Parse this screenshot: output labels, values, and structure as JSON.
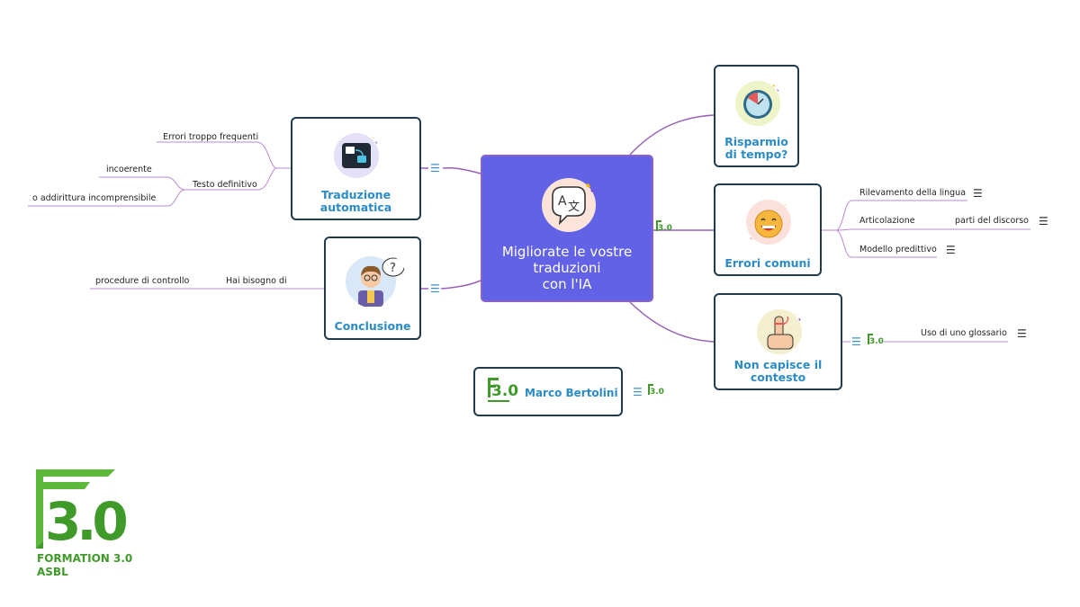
{
  "central": {
    "title": "Migliorate le vostre\ntraduzioni\ncon l'IA",
    "icon": "translate-icon"
  },
  "nodes": {
    "traduzione": {
      "title": "Traduzione\nautomatica",
      "icon": "translation-device-icon"
    },
    "conclusione": {
      "title": "Conclusione",
      "icon": "thinking-person-icon"
    },
    "risparmio": {
      "title": "Risparmio\ndi tempo?",
      "icon": "clock-icon"
    },
    "errori": {
      "title": "Errori comuni",
      "icon": "grimacing-face-icon"
    },
    "contesto": {
      "title": "Non capisce il\ncontesto",
      "icon": "finger-with-string-icon"
    },
    "marco": {
      "title": "Marco Bertolini"
    }
  },
  "branches": {
    "errori_troppo": "Errori troppo frequenti",
    "testo_definitivo": "Testo definitivo",
    "incoerente": "incoerente",
    "incomprensibile": "o addirittura incomprensibile",
    "hai_bisogno": "Hai bisogno di",
    "procedure": "procedure di controllo",
    "rilevamento": "Rilevamento della lingua",
    "articolazione": "Articolazione",
    "parti": "parti del discorso",
    "modello": "Modello predittivo",
    "glossario": "Uso di uno glossario"
  },
  "note_symbol": "☰",
  "logo": {
    "mark": "3.0",
    "name": "FORMATION 3.0",
    "sub": "ASBL"
  },
  "colors": {
    "central_fill": "#6262e6",
    "node_title": "#2b8bc6",
    "node_border": "#1f3a4d",
    "connector": "#9a5fb8",
    "brand_green": "#3f9a2a"
  }
}
